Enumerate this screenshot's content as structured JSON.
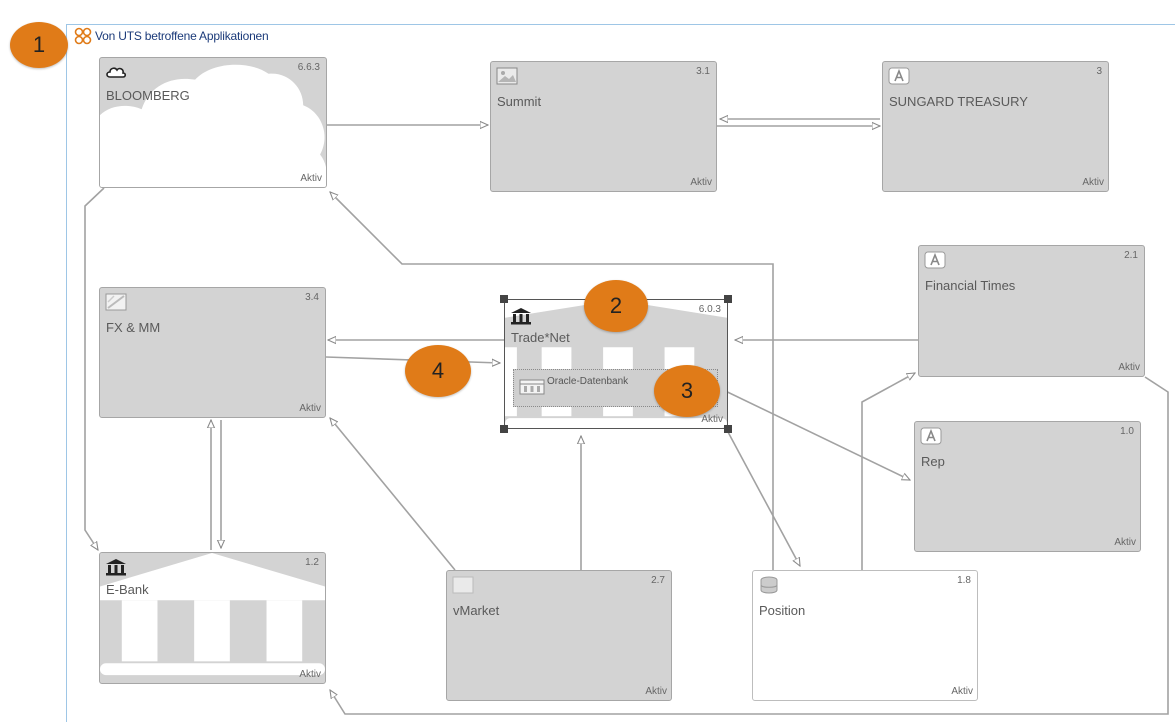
{
  "title": {
    "text": "Von UTS betroffene Applikationen",
    "icon": "application-group-icon"
  },
  "nodes": {
    "bloomberg": {
      "label": "BLOOMBERG",
      "version": "6.6.3",
      "status": "Aktiv",
      "icon": "cloud-icon"
    },
    "summit": {
      "label": "Summit",
      "version": "3.1",
      "status": "Aktiv",
      "icon": "image-icon"
    },
    "sungard": {
      "label": "SUNGARD TREASURY",
      "version": "3",
      "status": "Aktiv",
      "icon": "application-icon"
    },
    "financial_times": {
      "label": "Financial Times",
      "version": "2.1",
      "status": "Aktiv",
      "icon": "application-icon"
    },
    "fx_mm": {
      "label": "FX & MM",
      "version": "3.4",
      "status": "Aktiv",
      "icon": "chart-icon"
    },
    "tradenet": {
      "label": "Trade*Net",
      "version": "6.0.3",
      "status": "Aktiv",
      "icon": "bank-icon"
    },
    "oracle": {
      "label": "Oracle-Datenbank",
      "icon": "database-server-icon"
    },
    "rep": {
      "label": "Rep",
      "version": "1.0",
      "status": "Aktiv",
      "icon": "application-icon"
    },
    "ebank": {
      "label": "E-Bank",
      "version": "1.2",
      "status": "Aktiv",
      "icon": "bank-icon"
    },
    "vmarket": {
      "label": "vMarket",
      "version": "2.7",
      "status": "Aktiv",
      "icon": "image-icon"
    },
    "position": {
      "label": "Position",
      "version": "1.8",
      "status": "Aktiv",
      "icon": "database-icon"
    }
  },
  "callouts": [
    "1",
    "2",
    "3",
    "4"
  ],
  "colors": {
    "node_fill": "#d3d3d3",
    "node_border": "#a6a6a6",
    "edge": "#9a9a9a",
    "callout": "#e07b18",
    "frame": "#9ec6e6",
    "title_text": "#1c3b7a"
  }
}
